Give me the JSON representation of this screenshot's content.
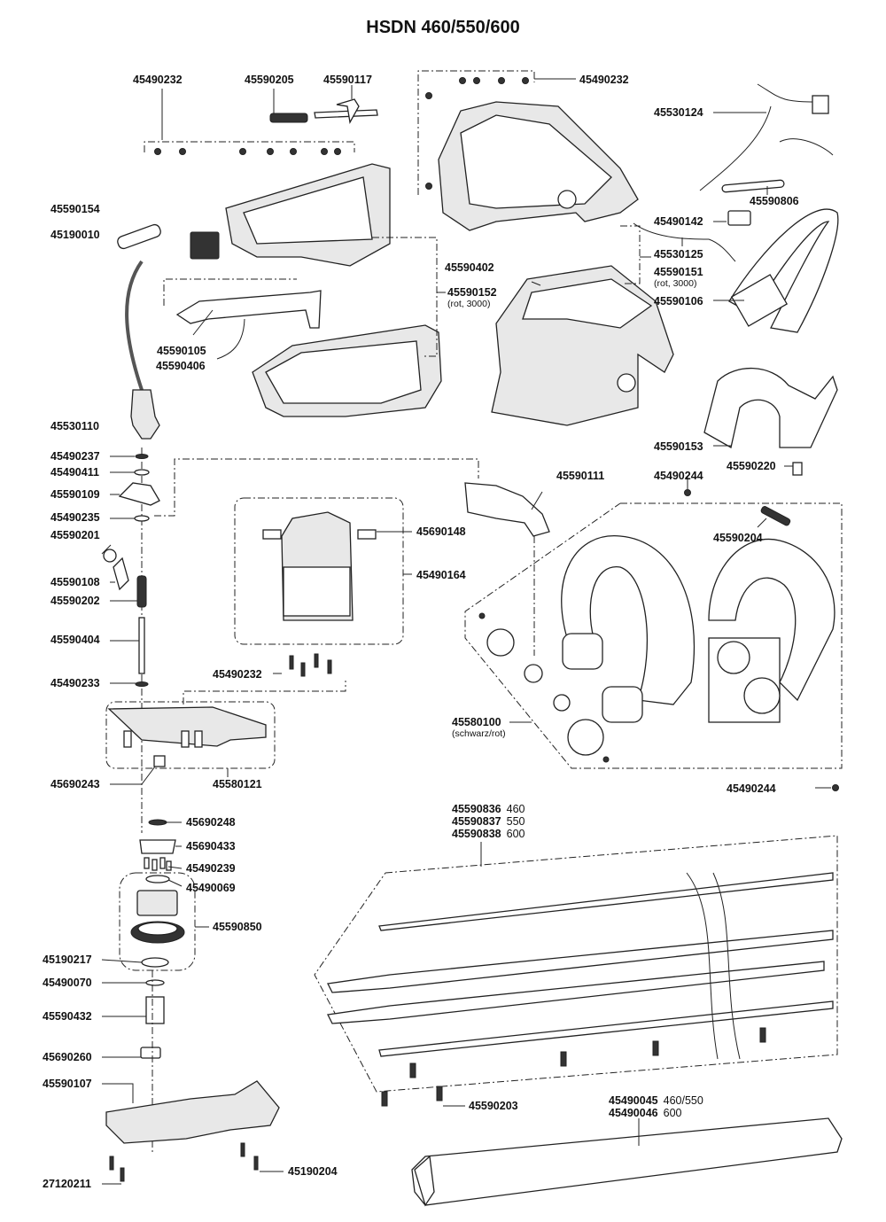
{
  "title": "HSDN 460/550/600",
  "labels": {
    "p45490232_top": "45490232",
    "p45590205": "45590205",
    "p45590117": "45590117",
    "p45490232_right": "45490232",
    "p45530124": "45530124",
    "p45590806": "45590806",
    "p45490142": "45490142",
    "p45530125": "45530125",
    "p45590154": "45590154",
    "p45190010": "45190010",
    "p45590402": "45590402",
    "p45590151": "45590151",
    "p45590151_note": "(rot, 3000)",
    "p45590152": "45590152",
    "p45590152_note": "(rot, 3000)",
    "p45590106": "45590106",
    "p45590105": "45590105",
    "p45590406": "45590406",
    "p45530110": "45530110",
    "p45590153": "45590153",
    "p45490237": "45490237",
    "p45490411": "45490411",
    "p45590220": "45590220",
    "p45590109": "45590109",
    "p45590111": "45590111",
    "p45490244_top": "45490244",
    "p45490235": "45490235",
    "p45590201": "45590201",
    "p45690148": "45690148",
    "p45590204": "45590204",
    "p45590108": "45590108",
    "p45490164": "45490164",
    "p45590202": "45590202",
    "p45590404": "45590404",
    "p45490232_motor": "45490232",
    "p45490233": "45490233",
    "p45580100": "45580100",
    "p45580100_note": "(schwarz/rot)",
    "p45690243": "45690243",
    "p45580121": "45580121",
    "p45490244_bottom": "45490244",
    "p45690248": "45690248",
    "p45690433": "45690433",
    "p45490239": "45490239",
    "p45490069": "45490069",
    "p45590850": "45590850",
    "p45190217": "45190217",
    "p45490070": "45490070",
    "p45590432": "45590432",
    "p45690260": "45690260",
    "p45590107": "45590107",
    "p45590203": "45590203",
    "p45190204": "45190204",
    "p27120211": "27120211"
  },
  "blade_variants": [
    {
      "part": "45590836",
      "model": "460"
    },
    {
      "part": "45590837",
      "model": "550"
    },
    {
      "part": "45590838",
      "model": "600"
    }
  ],
  "guard_variants": [
    {
      "part": "45490045",
      "model": "460/550"
    },
    {
      "part": "45490046",
      "model": "600"
    }
  ]
}
